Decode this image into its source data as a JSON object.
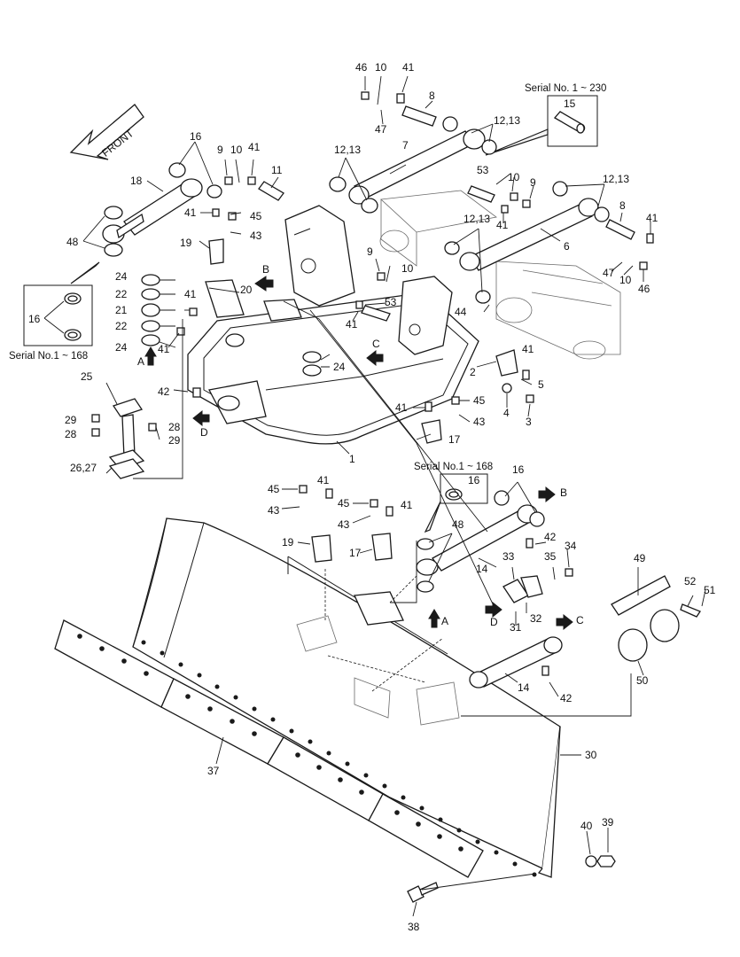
{
  "direction": {
    "front": "FRONT"
  },
  "serial_notes": {
    "upper_right": "Serial No. 1 ~ 230",
    "left": "Serial No.1 ~ 168",
    "middle": "Serial No.1 ~ 168"
  },
  "connection_letters": {
    "a": "A",
    "b": "B",
    "c": "C",
    "d": "D"
  },
  "callouts": [
    {
      "id": "c1",
      "text": "1"
    },
    {
      "id": "c2",
      "text": "2"
    },
    {
      "id": "c3",
      "text": "3"
    },
    {
      "id": "c4",
      "text": "4"
    },
    {
      "id": "c5",
      "text": "5"
    },
    {
      "id": "c6",
      "text": "6"
    },
    {
      "id": "c7",
      "text": "7"
    },
    {
      "id": "c8a",
      "text": "8"
    },
    {
      "id": "c8b",
      "text": "8"
    },
    {
      "id": "c9a",
      "text": "9"
    },
    {
      "id": "c9b",
      "text": "9"
    },
    {
      "id": "c9c",
      "text": "9"
    },
    {
      "id": "c10a",
      "text": "10"
    },
    {
      "id": "c10b",
      "text": "10"
    },
    {
      "id": "c10c",
      "text": "10"
    },
    {
      "id": "c10d",
      "text": "10"
    },
    {
      "id": "c10e",
      "text": "10"
    },
    {
      "id": "c11",
      "text": "11"
    },
    {
      "id": "c1213a",
      "text": "12,13"
    },
    {
      "id": "c1213b",
      "text": "12,13"
    },
    {
      "id": "c1213c",
      "text": "12,13"
    },
    {
      "id": "c1213d",
      "text": "12,13"
    },
    {
      "id": "c14a",
      "text": "14"
    },
    {
      "id": "c14b",
      "text": "14"
    },
    {
      "id": "c15",
      "text": "15"
    },
    {
      "id": "c16a",
      "text": "16"
    },
    {
      "id": "c16b",
      "text": "16"
    },
    {
      "id": "c16c",
      "text": "16"
    },
    {
      "id": "c16d",
      "text": "16"
    },
    {
      "id": "c17a",
      "text": "17"
    },
    {
      "id": "c17b",
      "text": "17"
    },
    {
      "id": "c18",
      "text": "18"
    },
    {
      "id": "c19a",
      "text": "19"
    },
    {
      "id": "c19b",
      "text": "19"
    },
    {
      "id": "c20",
      "text": "20"
    },
    {
      "id": "c21",
      "text": "21"
    },
    {
      "id": "c22a",
      "text": "22"
    },
    {
      "id": "c22b",
      "text": "22"
    },
    {
      "id": "c24a",
      "text": "24"
    },
    {
      "id": "c24b",
      "text": "24"
    },
    {
      "id": "c24c",
      "text": "24"
    },
    {
      "id": "c25",
      "text": "25"
    },
    {
      "id": "c2627",
      "text": "26,27"
    },
    {
      "id": "c28a",
      "text": "28"
    },
    {
      "id": "c28b",
      "text": "28"
    },
    {
      "id": "c29a",
      "text": "29"
    },
    {
      "id": "c29b",
      "text": "29"
    },
    {
      "id": "c30",
      "text": "30"
    },
    {
      "id": "c31",
      "text": "31"
    },
    {
      "id": "c32",
      "text": "32"
    },
    {
      "id": "c33",
      "text": "33"
    },
    {
      "id": "c34",
      "text": "34"
    },
    {
      "id": "c35",
      "text": "35"
    },
    {
      "id": "c37",
      "text": "37"
    },
    {
      "id": "c38",
      "text": "38"
    },
    {
      "id": "c39",
      "text": "39"
    },
    {
      "id": "c40",
      "text": "40"
    },
    {
      "id": "c41a",
      "text": "41"
    },
    {
      "id": "c41b",
      "text": "41"
    },
    {
      "id": "c41c",
      "text": "41"
    },
    {
      "id": "c41d",
      "text": "41"
    },
    {
      "id": "c41e",
      "text": "41"
    },
    {
      "id": "c41f",
      "text": "41"
    },
    {
      "id": "c41g",
      "text": "41"
    },
    {
      "id": "c41h",
      "text": "41"
    },
    {
      "id": "c41i",
      "text": "41"
    },
    {
      "id": "c41j",
      "text": "41"
    },
    {
      "id": "c41k",
      "text": "41"
    },
    {
      "id": "c41l",
      "text": "41"
    },
    {
      "id": "c42a",
      "text": "42"
    },
    {
      "id": "c42b",
      "text": "42"
    },
    {
      "id": "c42c",
      "text": "42"
    },
    {
      "id": "c43a",
      "text": "43"
    },
    {
      "id": "c43b",
      "text": "43"
    },
    {
      "id": "c43c",
      "text": "43"
    },
    {
      "id": "c43d",
      "text": "43"
    },
    {
      "id": "c44",
      "text": "44"
    },
    {
      "id": "c45a",
      "text": "45"
    },
    {
      "id": "c45b",
      "text": "45"
    },
    {
      "id": "c45c",
      "text": "45"
    },
    {
      "id": "c45d",
      "text": "45"
    },
    {
      "id": "c46a",
      "text": "46"
    },
    {
      "id": "c46b",
      "text": "46"
    },
    {
      "id": "c47a",
      "text": "47"
    },
    {
      "id": "c47b",
      "text": "47"
    },
    {
      "id": "c48a",
      "text": "48"
    },
    {
      "id": "c48b",
      "text": "48"
    },
    {
      "id": "c49",
      "text": "49"
    },
    {
      "id": "c50",
      "text": "50"
    },
    {
      "id": "c51",
      "text": "51"
    },
    {
      "id": "c52",
      "text": "52"
    },
    {
      "id": "c53a",
      "text": "53"
    },
    {
      "id": "c53b",
      "text": "53"
    }
  ]
}
